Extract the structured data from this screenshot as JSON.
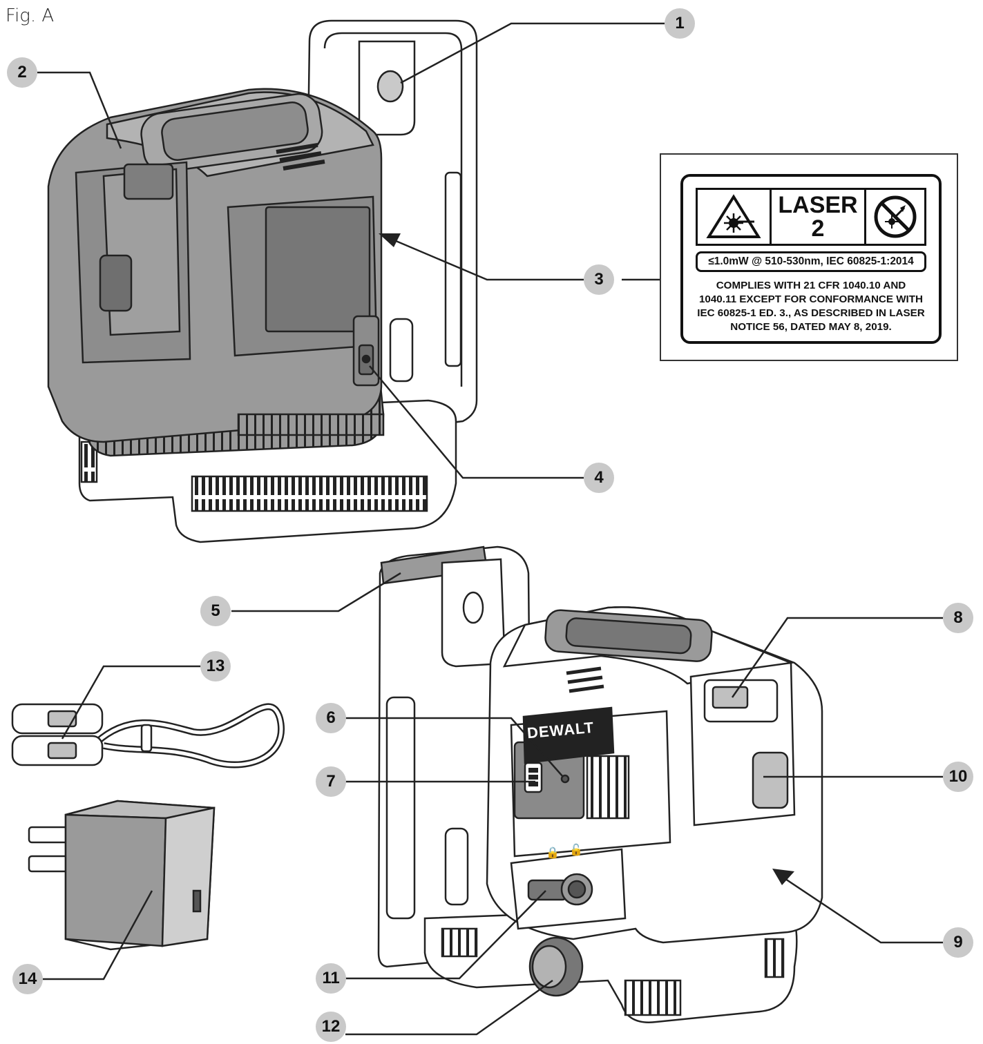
{
  "figure": {
    "title": "Fig. A",
    "callouts": [
      "1",
      "2",
      "3",
      "4",
      "5",
      "6",
      "7",
      "8",
      "9",
      "10",
      "11",
      "12",
      "13",
      "14"
    ]
  },
  "laser_label": {
    "class_word": "LASER",
    "class_number": "2",
    "spec_line": "≤1.0mW @ 510-530nm, IEC 60825-1:2014",
    "compliance_lines": [
      "COMPLIES WITH 21 CFR 1040.10 AND",
      "1040.11 EXCEPT FOR CONFORMANCE WITH",
      "IEC 60825-1 ED. 3., AS DESCRIBED IN LASER",
      "NOTICE 56, DATED MAY 8, 2019."
    ]
  },
  "brand": {
    "logo_text": "DEWALT"
  },
  "colors": {
    "callout_fill": "#c9c9c9",
    "line": "#222222",
    "housing_gray": "#9a9a9a"
  }
}
